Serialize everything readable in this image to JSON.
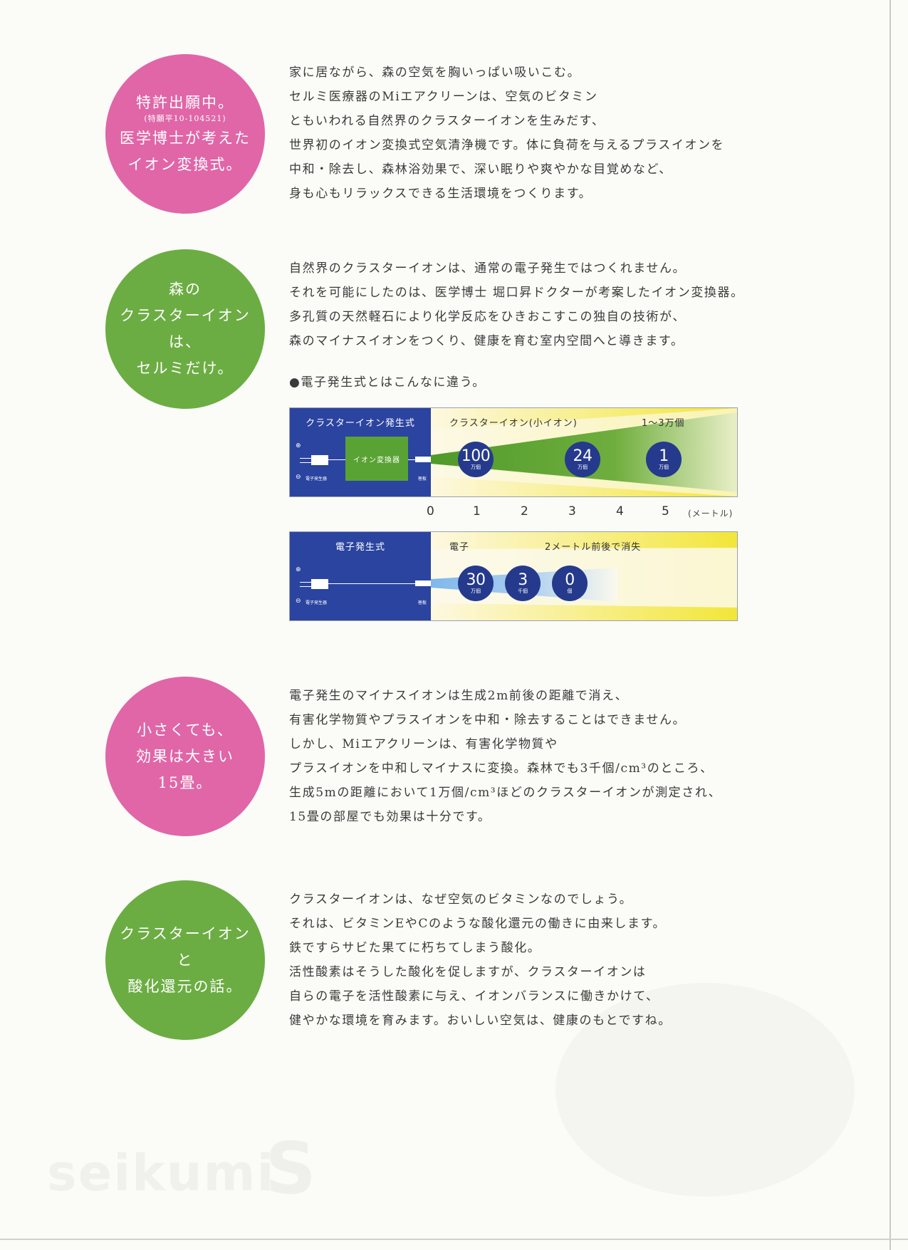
{
  "sections": [
    {
      "circle_lines": [
        "特許出願中。",
        "(特願平10-104521)",
        "医学博士が考えた",
        "イオン変換式。"
      ],
      "paragraph": [
        "家に居ながら、森の空気を胸いっぱい吸いこむ。",
        "セルミ医療器のMiエアクリーンは、空気のビタミン",
        "ともいわれる自然界のクラスターイオンを生みだす、",
        "世界初のイオン変換式空気清浄機です。体に負荷を与えるプラスイオンを",
        "中和・除去し、森林浴効果で、深い眠りや爽やかな目覚めなど、",
        "身も心もリラックスできる生活環境をつくります。"
      ]
    },
    {
      "circle_lines": [
        "森の",
        "クラスターイオンは、",
        "セルミだけ。"
      ],
      "paragraph": [
        "自然界のクラスターイオンは、通常の電子発生ではつくれません。",
        "それを可能にしたのは、医学博士 堀口昇ドクターが考案したイオン変換器。",
        "多孔質の天然軽石により化学反応をひきおこすこの独自の技術が、",
        "森のマイナスイオンをつくり、健康を育む室内空間へと導きます。"
      ]
    },
    {
      "circle_lines": [
        "小さくても、",
        "効果は大きい",
        "15畳。"
      ],
      "paragraph": [
        "電子発生のマイナスイオンは生成2m前後の距離で消え、",
        "有害化学物質やプラスイオンを中和・除去することはできません。",
        "しかし、Miエアクリーンは、有害化学物質や",
        "プラスイオンを中和しマイナスに変換。森林でも3千個/cm³のところ、",
        "生成5mの距離において1万個/cm³ほどのクラスターイオンが測定され、",
        "15畳の部屋でも効果は十分です。"
      ]
    },
    {
      "circle_lines": [
        "クラスターイオン",
        "と",
        "酸化還元の話。"
      ],
      "paragraph": [
        "クラスターイオンは、なぜ空気のビタミンなのでしょう。",
        "それは、ビタミンEやCのような酸化還元の働きに由来します。",
        "鉄ですらサビた果てに朽ちてしまう酸化。",
        "活性酸素はそうした酸化を促しますが、クラスターイオンは",
        "自らの電子を活性酸素に与え、イオンバランスに働きかけて、",
        "健やかな環境を育みます。おいしい空気は、健康のもとですね。"
      ]
    }
  ],
  "diagram": {
    "heading": "●電子発生式とはこんなに違う。",
    "scale_ticks": [
      "0",
      "1",
      "2",
      "3",
      "4",
      "5"
    ],
    "scale_unit": "(メートル)",
    "cluster": {
      "title": "クラスターイオン発生式",
      "converter": "イオン変換器",
      "generator": "電子発生器",
      "electrode": "極板",
      "plus": "⊕",
      "minus": "⊖",
      "label_type": "クラスターイオン(小イオン)",
      "label_count": "1〜3万個",
      "bubbles": [
        {
          "num": "100",
          "unit": "万個"
        },
        {
          "num": "24",
          "unit": "万個"
        },
        {
          "num": "1",
          "unit": "万個"
        }
      ]
    },
    "electron": {
      "title": "電子発生式",
      "generator": "電子発生器",
      "electrode": "極板",
      "plus": "⊕",
      "minus": "⊖",
      "label_type": "電子",
      "label_fade": "2メートル前後で消失",
      "bubbles": [
        {
          "num": "30",
          "unit": "万個"
        },
        {
          "num": "3",
          "unit": "千個"
        },
        {
          "num": "0",
          "unit": "個"
        }
      ]
    }
  },
  "watermark": {
    "brand": "seikumi",
    "mark": "S"
  },
  "colors": {
    "pink": "#e066a8",
    "green": "#6bad42",
    "navy": "#2b44a0"
  }
}
